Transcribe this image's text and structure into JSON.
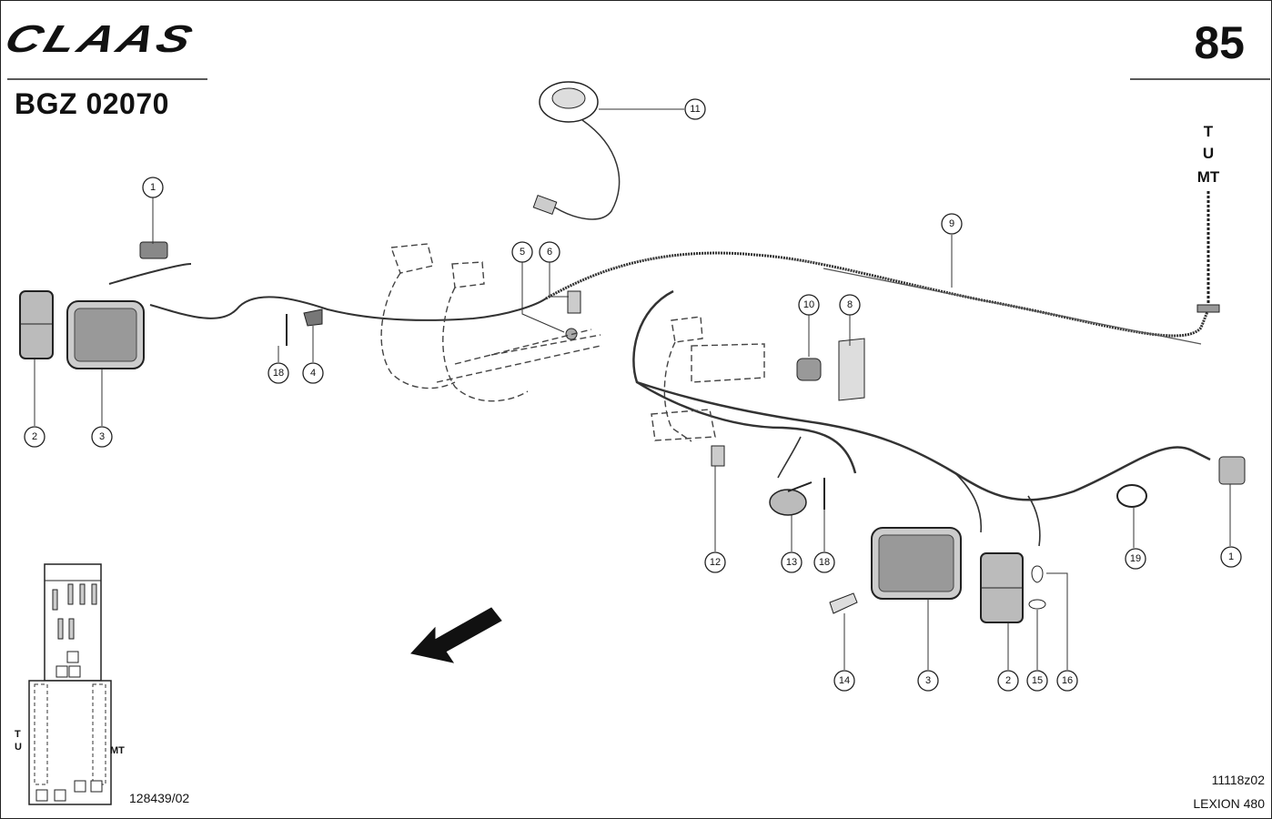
{
  "header": {
    "brand": "CLAAS",
    "code": "BGZ 02070",
    "page_number": "85"
  },
  "antenna_labels": [
    "T",
    "U",
    "MT"
  ],
  "inset_labels": {
    "left_top": "T",
    "left_bottom": "U",
    "right": "MT"
  },
  "callouts": [
    {
      "id": "c1a",
      "num": "1"
    },
    {
      "id": "c2a",
      "num": "2"
    },
    {
      "id": "c3a",
      "num": "3"
    },
    {
      "id": "c18a",
      "num": "18"
    },
    {
      "id": "c4",
      "num": "4"
    },
    {
      "id": "c5",
      "num": "5"
    },
    {
      "id": "c6",
      "num": "6"
    },
    {
      "id": "c11",
      "num": "11"
    },
    {
      "id": "c9",
      "num": "9"
    },
    {
      "id": "c10",
      "num": "10"
    },
    {
      "id": "c8",
      "num": "8"
    },
    {
      "id": "c12",
      "num": "12"
    },
    {
      "id": "c13",
      "num": "13"
    },
    {
      "id": "c18b",
      "num": "18"
    },
    {
      "id": "c14",
      "num": "14"
    },
    {
      "id": "c3b",
      "num": "3"
    },
    {
      "id": "c2b",
      "num": "2"
    },
    {
      "id": "c15",
      "num": "15"
    },
    {
      "id": "c16",
      "num": "16"
    },
    {
      "id": "c19",
      "num": "19"
    },
    {
      "id": "c1b",
      "num": "1"
    }
  ],
  "footer": {
    "doc_ref": "128439/02",
    "drawing_no": "11118z02",
    "model": "LEXION 480"
  }
}
